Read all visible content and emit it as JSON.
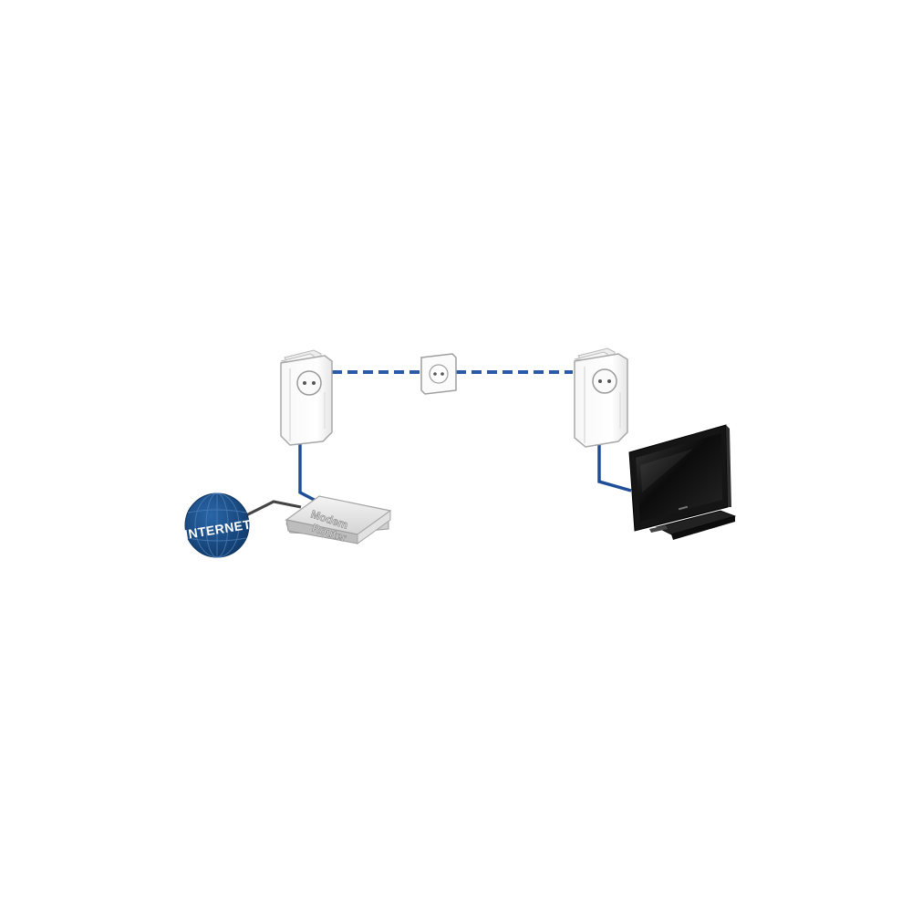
{
  "diagram": {
    "globe_label": "INTERNET",
    "router_label_line1": "Modem",
    "router_label_line2": "Router",
    "colors": {
      "cable_blue": "#1f4e99",
      "globe_blue": "#1a4d85",
      "powerline_dash": "#2a5aa8",
      "internet_cable": "#444444",
      "tv_body": "#151515"
    },
    "icons": [
      "globe-icon",
      "router-icon",
      "powerline-adapter-icon",
      "wall-socket-icon",
      "tv-icon"
    ]
  }
}
